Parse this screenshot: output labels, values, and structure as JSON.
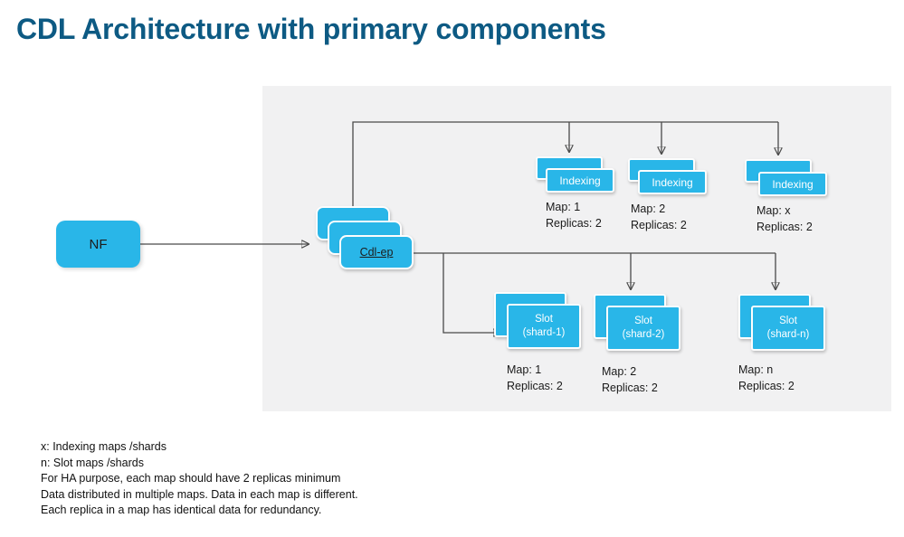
{
  "title": "CDL Architecture with primary components",
  "colors": {
    "accent": "#29b6e8",
    "title": "#0d5a83",
    "panel_background": "#f1f1f2",
    "connector": "#4a4a4a"
  },
  "nodes": {
    "nf": {
      "label": "NF"
    },
    "cdl_ep": {
      "label": "Cdl-ep"
    },
    "indexing": [
      {
        "label": "Indexing",
        "map": "Map: 1",
        "replicas": "Replicas: 2"
      },
      {
        "label": "Indexing",
        "map": "Map: 2",
        "replicas": "Replicas: 2"
      },
      {
        "label": "Indexing",
        "map": "Map: x",
        "replicas": "Replicas: 2"
      }
    ],
    "slots": [
      {
        "line1": "Slot",
        "line2": "(shard-1)",
        "map": "Map: 1",
        "replicas": "Replicas: 2"
      },
      {
        "line1": "Slot",
        "line2": "(shard-2)",
        "map": "Map: 2",
        "replicas": "Replicas: 2"
      },
      {
        "line1": "Slot",
        "line2": "(shard-n)",
        "map": "Map: n",
        "replicas": "Replicas: 2"
      }
    ]
  },
  "notes": [
    "x: Indexing maps /shards",
    "n: Slot maps /shards",
    "For HA purpose, each map should have 2 replicas minimum",
    "Data distributed in multiple maps. Data in each map is different.",
    "Each replica in a map has identical data for redundancy."
  ]
}
